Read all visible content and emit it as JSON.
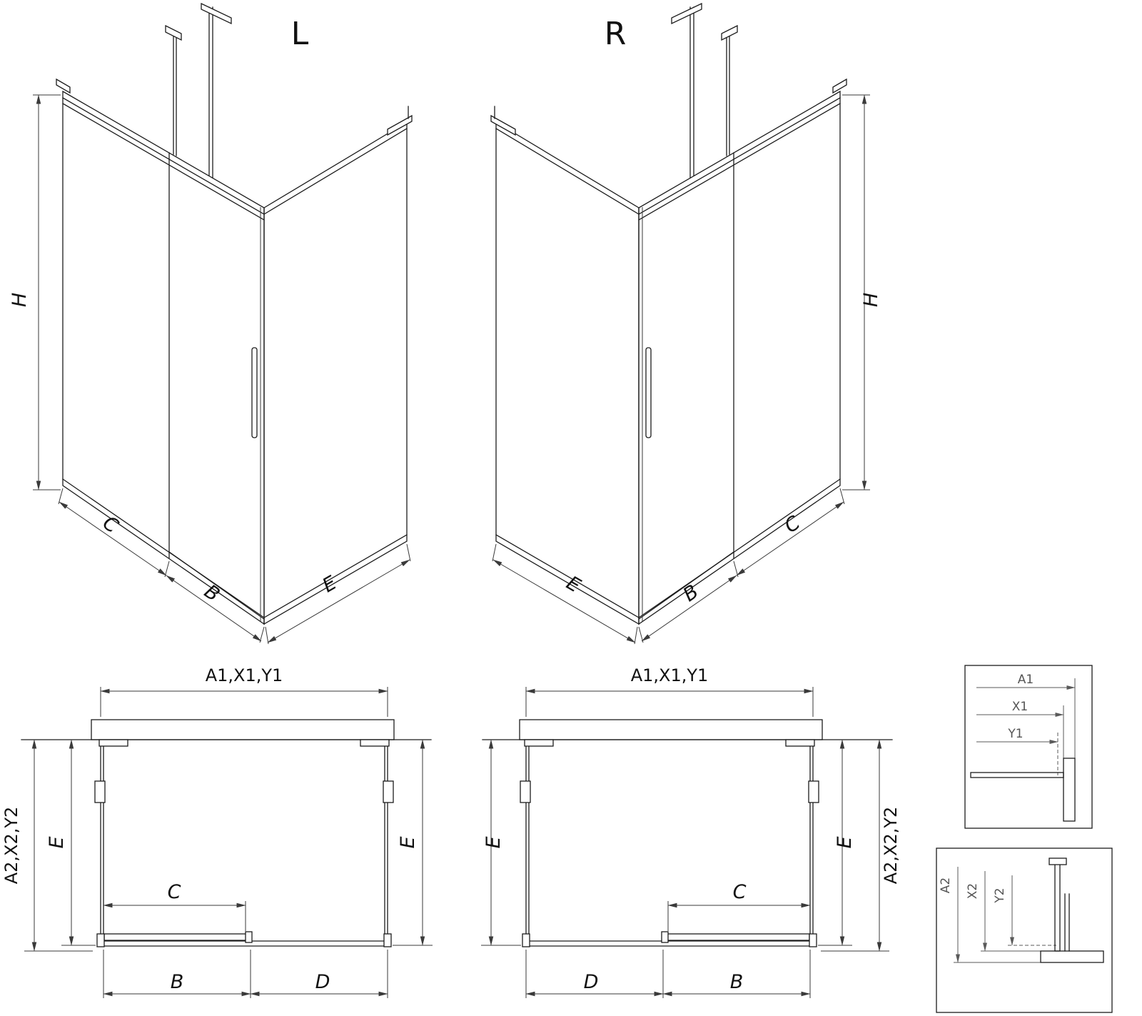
{
  "drawing": {
    "iso_left": {
      "view_label": "L",
      "dim_height": "H",
      "dim_fixed": "C",
      "dim_door": "B",
      "dim_side": "E"
    },
    "iso_right": {
      "view_label": "R",
      "dim_height": "H",
      "dim_fixed": "C",
      "dim_door": "B",
      "dim_side": "E"
    },
    "plan_left": {
      "dim_width": "A1,X1,Y1",
      "dim_depth": "A2,X2,Y2",
      "dim_e_left": "E",
      "dim_e_right": "E",
      "dim_opening": "C",
      "dim_door": "B",
      "dim_fixed": "D"
    },
    "plan_right": {
      "dim_width": "A1,X1,Y1",
      "dim_depth": "A2,X2,Y2",
      "dim_e_left": "E",
      "dim_e_right": "E",
      "dim_opening": "C",
      "dim_door": "B",
      "dim_fixed": "D"
    },
    "detail_width": {
      "dim_outer": "A1",
      "dim_mid": "X1",
      "dim_inner": "Y1"
    },
    "detail_depth": {
      "dim_outer": "A2",
      "dim_mid": "X2",
      "dim_inner": "Y2"
    }
  },
  "colors": {
    "background": "#ffffff",
    "line": "#1c1c1c",
    "dim_line": "#3a3a3a",
    "detail_text": "#555555"
  }
}
